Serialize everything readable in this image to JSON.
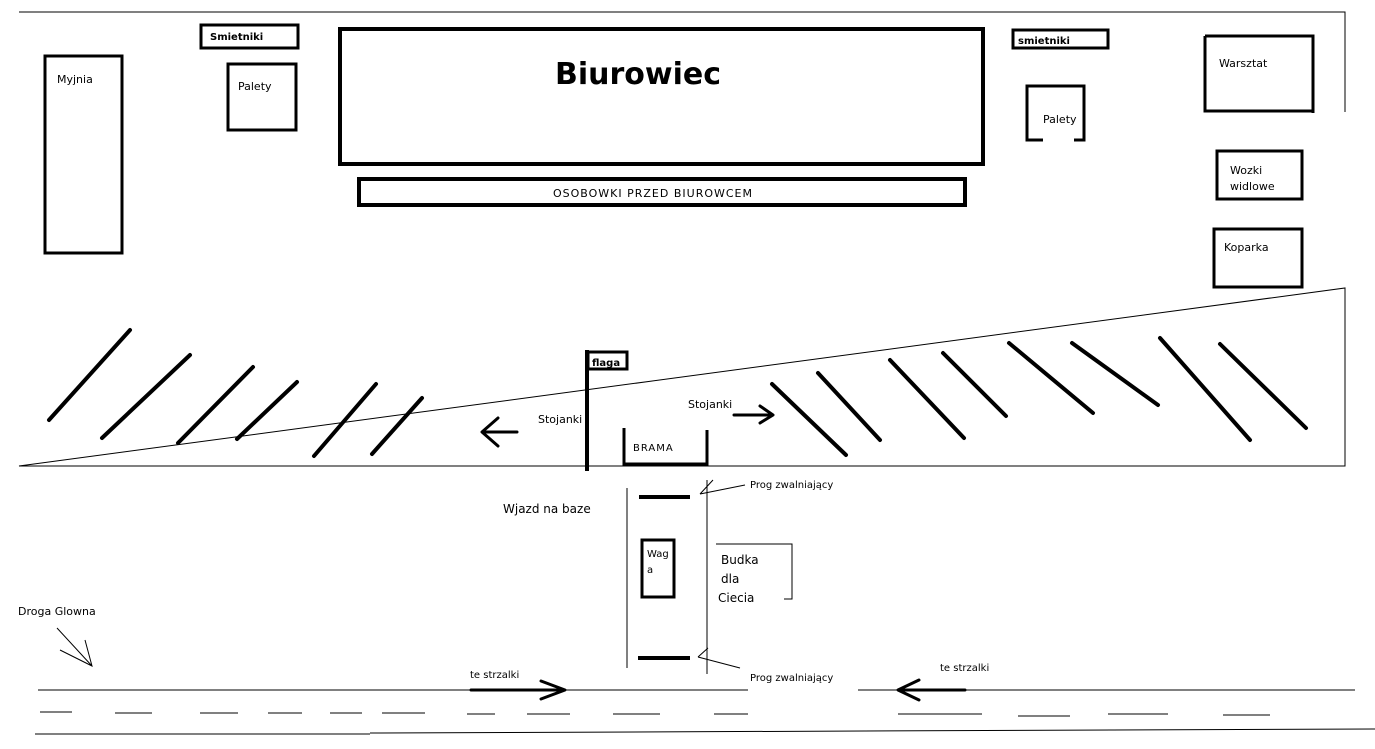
{
  "labels": {
    "biurowiec": "Biurowiec",
    "myjnia": "Myjnia",
    "smietniki_left": "Smietniki",
    "smietniki_right": "smietniki",
    "palety_left": "Palety",
    "palety_right": "Palety",
    "osobowki": "OSOBOWKI PRZED BIUROWCEM",
    "warsztat": "Warsztat",
    "wozki_line1": "Wozki",
    "wozki_line2": "widlowe",
    "koparka": "Koparka",
    "flaga": "flaga",
    "stojanki_left": "Stojanki",
    "stojanki_right": "Stojanki",
    "brama": "BRAMA",
    "prog_top": "Prog zwalniający",
    "prog_bottom": "Prog zwalniający",
    "wjazd": "Wjazd na baze",
    "waga_line1": "Wag",
    "waga_line2": "a",
    "budka_line1": "Budka",
    "budka_line2": "dla",
    "budka_line3": "Ciecia",
    "droga": "Droga Glowna",
    "te_strzalki_left": "te strzalki",
    "te_strzalki_right": "te strzalki"
  },
  "colors": {
    "ink": "#000000",
    "paper": "#ffffff"
  }
}
